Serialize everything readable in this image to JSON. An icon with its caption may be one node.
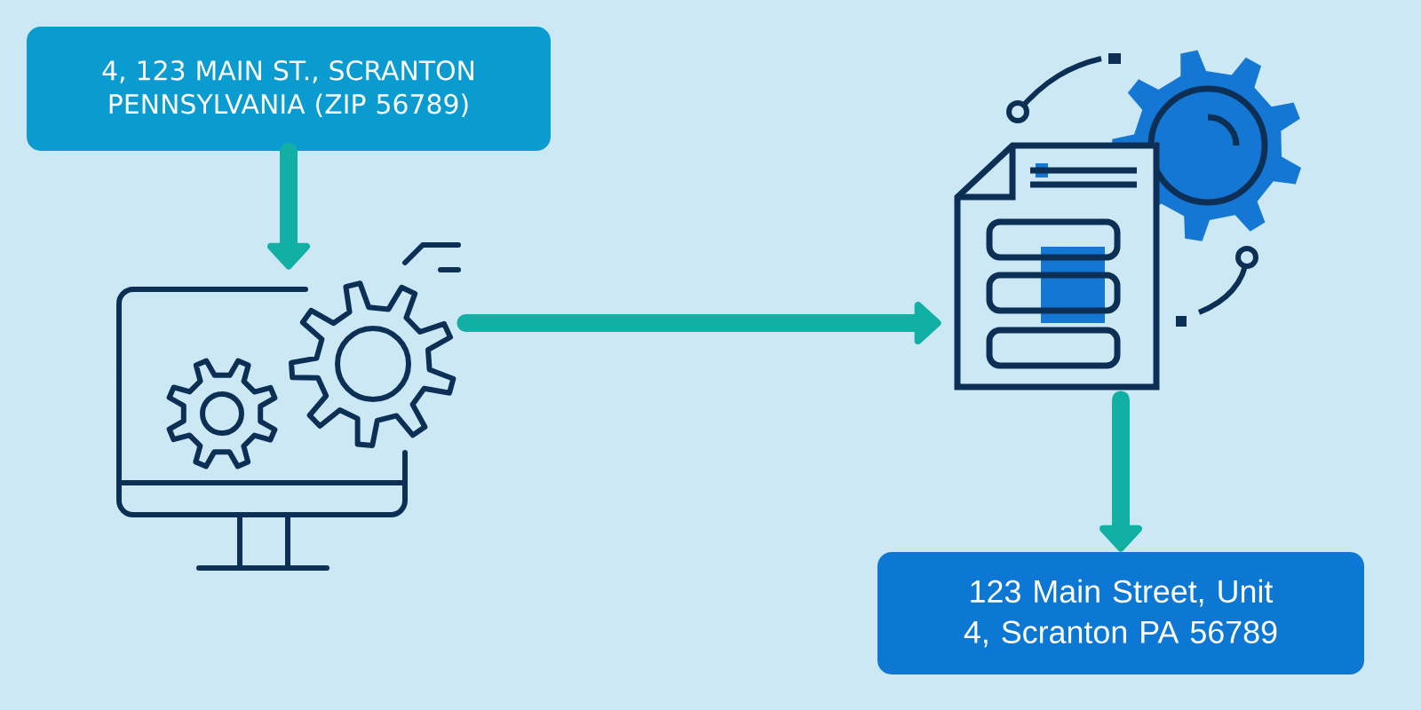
{
  "diagram": {
    "nodes": [
      {
        "text": [
          "4, 123 MAIN ST., SCRANTON PENNSYLVANIA (ZIP 56789)"
        ]
      },
      {
        "text": [],
        "shape": "picture"
      },
      {
        "text": [],
        "shape": "picture"
      },
      {
        "text": [
          "123 Main Street, Unit 4, Scranton PA 56789"
        ]
      }
    ],
    "edges": [
      {
        "from": 0,
        "to": 1,
        "arrow": "to"
      },
      {
        "from": 1,
        "to": 2,
        "arrow": "to"
      },
      {
        "from": 2,
        "to": 3,
        "arrow": "to"
      }
    ]
  }
}
